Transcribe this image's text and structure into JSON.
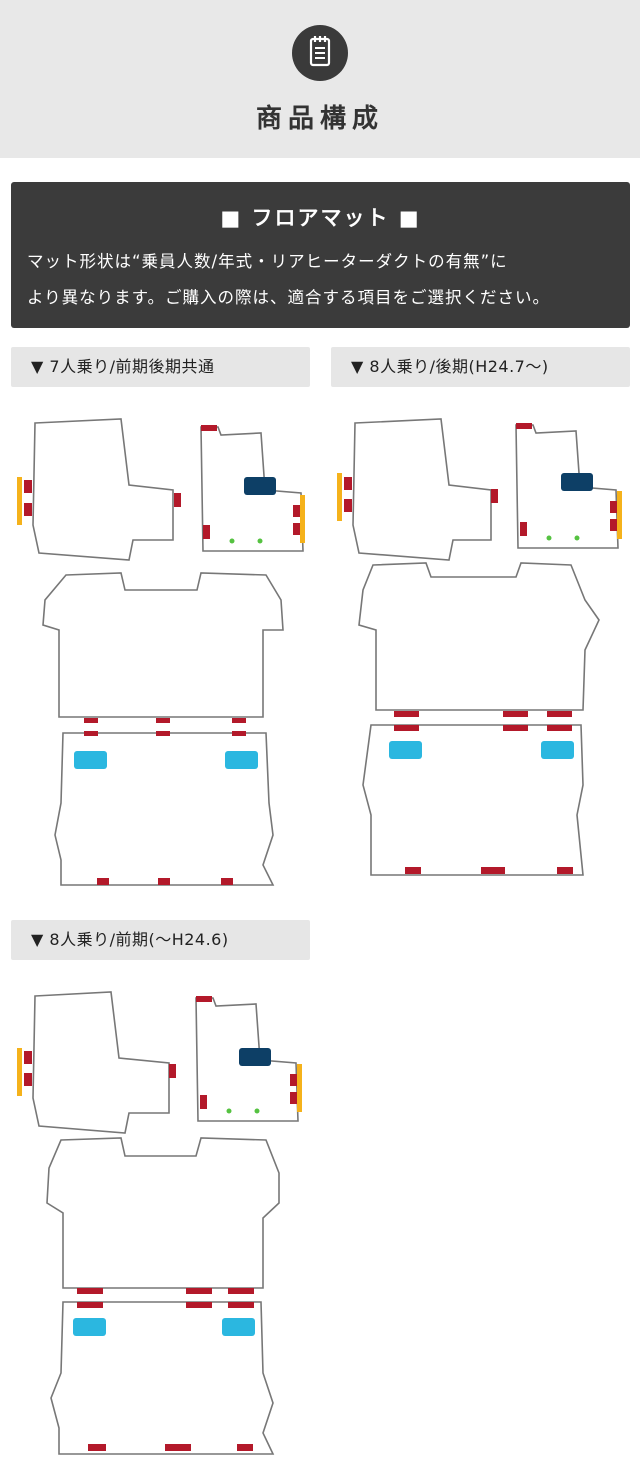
{
  "header": {
    "title": "商品構成",
    "icon": "document-list-icon"
  },
  "floor_mat": {
    "title": "■ フロアマット ■",
    "description_line1": "マット形状は“乗員人数/年式・リアヒーターダクトの有無”に",
    "description_line2": "より異なります。ご購入の際は、適合する項目をご選択ください。"
  },
  "variants": [
    {
      "label": "▼ 7人乗り/前期後期共通"
    },
    {
      "label": "▼ 8人乗り/後期(H24.7〜)"
    },
    {
      "label": "▼ 8人乗り/前期(〜H24.6)"
    }
  ],
  "colors": {
    "dark_box": "#3b3b3b",
    "band": "#e8e8e8",
    "red_tag": "#b3192a",
    "yellow_tag": "#f5b21b",
    "navy_pad": "#0d3f66",
    "cyan_pad": "#2bb7e0"
  }
}
